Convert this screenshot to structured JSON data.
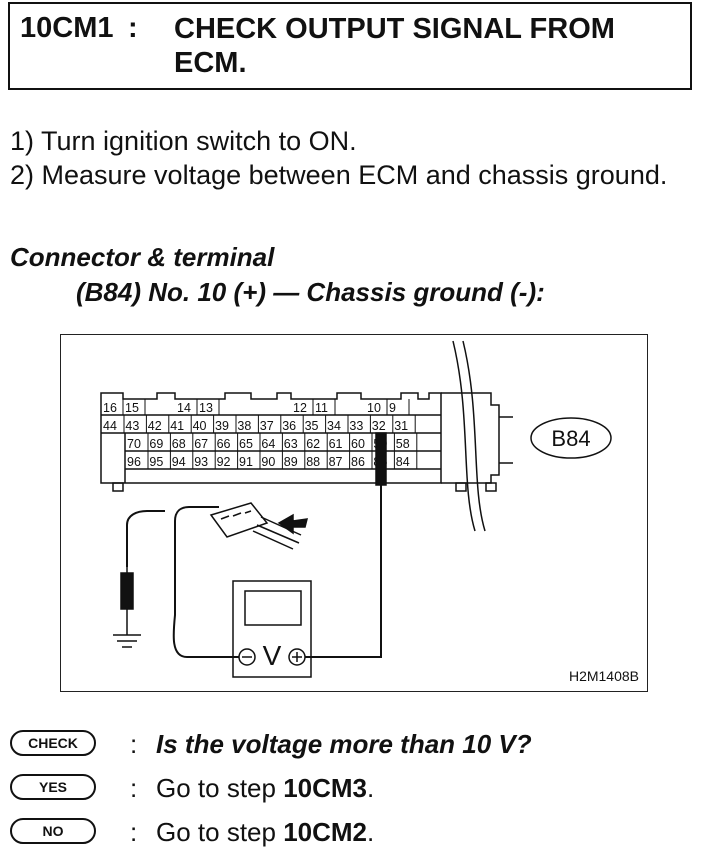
{
  "header": {
    "step_code": "10CM1",
    "colon": ":",
    "title": "CHECK OUTPUT SIGNAL FROM ECM."
  },
  "instructions": [
    "1) Turn ignition switch to ON.",
    "2) Measure voltage between ECM and chassis ground."
  ],
  "connector": {
    "heading": "Connector & terminal",
    "detail": "(B84) No. 10 (+) — Chassis ground (-):"
  },
  "diagram": {
    "connector_label": "B84",
    "figure_id": "H2M1408B",
    "meter_symbol": "V",
    "row1": [
      "16",
      "15",
      "14",
      "13",
      "12",
      "11",
      "10",
      "9"
    ],
    "row2": [
      "44",
      "43",
      "42",
      "41",
      "40",
      "39",
      "38",
      "37",
      "36",
      "35",
      "34",
      "33",
      "32",
      "31"
    ],
    "row3": [
      "70",
      "69",
      "68",
      "67",
      "66",
      "65",
      "64",
      "63",
      "62",
      "61",
      "60",
      "59",
      "58"
    ],
    "row4": [
      "96",
      "95",
      "94",
      "93",
      "92",
      "91",
      "90",
      "89",
      "88",
      "87",
      "86",
      "85",
      "84"
    ]
  },
  "qa": {
    "check_badge": "CHECK",
    "yes_badge": "YES",
    "no_badge": "NO",
    "colon": ":",
    "question": "Is the voltage more than 10 V?",
    "yes_prefix": "Go to step ",
    "yes_step": "10CM3",
    "yes_suffix": ".",
    "no_prefix": "Go to step ",
    "no_step": "10CM2",
    "no_suffix": "."
  }
}
